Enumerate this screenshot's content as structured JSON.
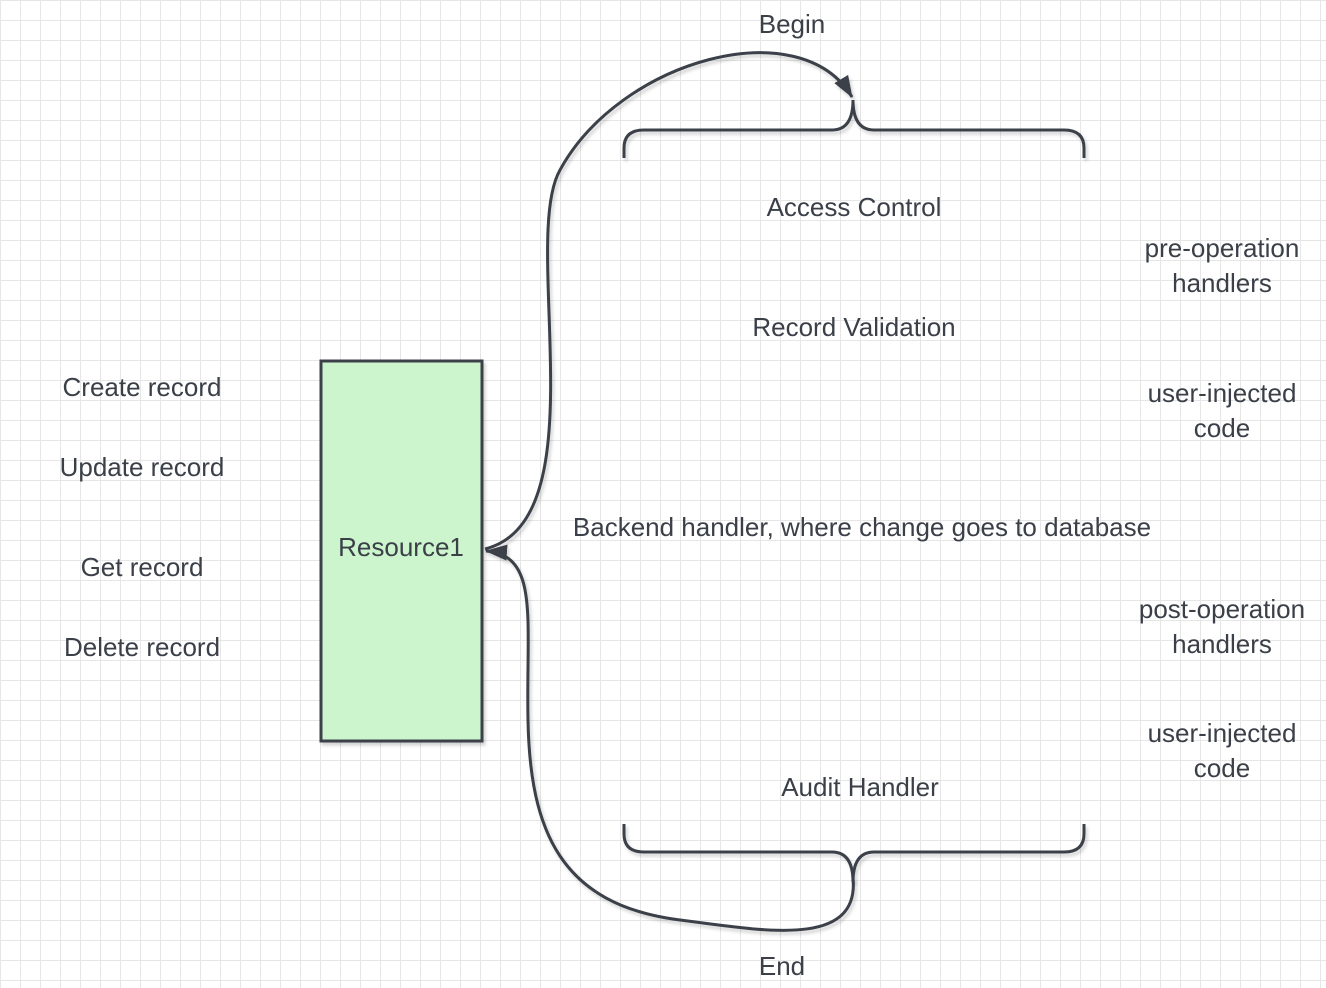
{
  "labels": {
    "begin": "Begin",
    "end": "End",
    "resource": "Resource1"
  },
  "requests": [
    {
      "label": "Create record"
    },
    {
      "label": "Update record"
    },
    {
      "label": "Get record"
    },
    {
      "label": "Delete record"
    }
  ],
  "pipeline_labels": {
    "access_control": "Access Control",
    "pre_operation_1": "pre-operation",
    "pre_operation_2": "handlers",
    "record_validation": "Record Validation",
    "user_injected_pre_1": "user-injected",
    "user_injected_pre_2": "code",
    "backend": "Backend handler, where change goes to database",
    "post_operation_1": "post-operation",
    "post_operation_2": "handlers",
    "user_injected_post_1": "user-injected",
    "user_injected_post_2": "code",
    "audit": "Audit Handler"
  },
  "colors": {
    "resource_fill": "#cdf5cd",
    "stroke": "#3a3f48",
    "validation": "#3d74d6",
    "user_code": "#d63333",
    "backend": "#6cbd5f"
  }
}
